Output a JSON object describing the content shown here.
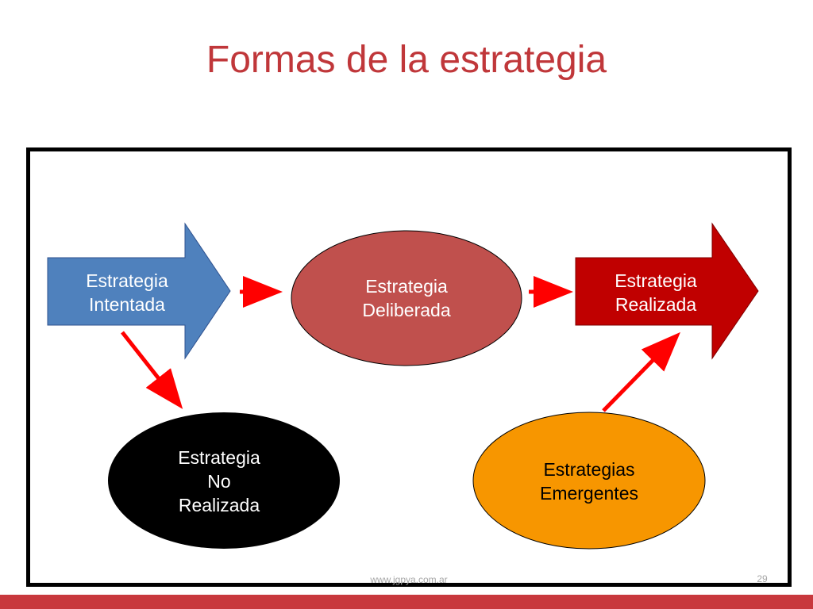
{
  "title": "Formas de la estrategia",
  "nodes": {
    "intentada": "Estrategia\nIntentada",
    "deliberada": "Estrategia\nDeliberada",
    "realizada": "Estrategia\nRealizada",
    "no_realizada": "Estrategia\nNo\nRealizada",
    "emergentes": "Estrategias\nEmergentes"
  },
  "colors": {
    "title": "#c0373a",
    "intentada": "#4f81bd",
    "deliberada": "#c0504d",
    "realizada": "#c00000",
    "no_realizada": "#000000",
    "emergentes": "#f79600",
    "connector": "#ff0000",
    "bar": "#c8383d"
  },
  "footer": {
    "url": "www.jgpya.com.ar",
    "page": "29"
  }
}
